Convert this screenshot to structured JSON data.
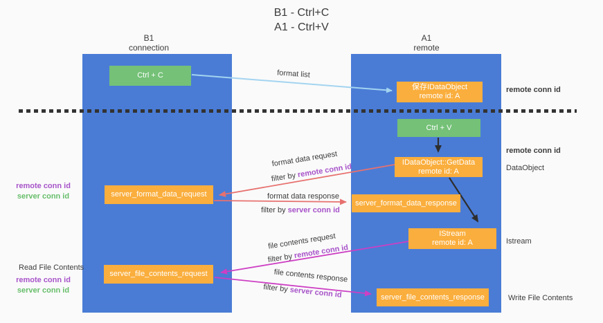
{
  "title": {
    "line1": "B1 - Ctrl+C",
    "line2": "A1 - Ctrl+V"
  },
  "columns": {
    "left": {
      "title": "B1",
      "subtitle": "connection"
    },
    "right": {
      "title": "A1",
      "subtitle": "remote"
    }
  },
  "nodes": {
    "ctrl_c": {
      "label": "Ctrl + C"
    },
    "save_idataobject": {
      "line1": "保存IDataObject",
      "line2": "remote id: A"
    },
    "ctrl_v": {
      "label": "Ctrl + V"
    },
    "getdata": {
      "line1": "IDataObject::GetData",
      "line2": "remote id: A"
    },
    "server_format_data_request": {
      "label": "server_format_data_request"
    },
    "server_format_data_response": {
      "label": "server_format_data_response"
    },
    "istream": {
      "line1": "IStream",
      "line2": "remote id: A"
    },
    "server_file_contents_request": {
      "label": "server_file_contents_request"
    },
    "server_file_contents_response": {
      "label": "server_file_contents_response"
    }
  },
  "edges": {
    "format_list": {
      "label": "format list"
    },
    "format_data_request": {
      "label": "format data request",
      "filter_prefix": "filter by ",
      "filter_key": "remote conn id"
    },
    "format_data_response": {
      "label": "format data response",
      "filter_prefix": "filter by ",
      "filter_key": "server conn id"
    },
    "file_contents_request": {
      "label": "file contents request",
      "filter_prefix": "filter by ",
      "filter_key": "remote conn id"
    },
    "file_contents_response": {
      "label": "file contents response",
      "filter_prefix": "filter by ",
      "filter_key": "server conn id"
    }
  },
  "annotations": {
    "right_remote_conn_id_top": "remote conn id",
    "right_remote_conn_id_mid": "remote conn id",
    "right_dataobject": "DataObject",
    "right_istream": "Istream",
    "right_write_file_contents": "Write File Contents",
    "left_remote_conn_id_top": "remote conn id",
    "left_server_conn_id_top": "server conn id",
    "left_read_file_contents": "Read File Contents",
    "left_remote_conn_id_bottom": "remote conn id",
    "left_server_conn_id_bottom": "server conn id"
  },
  "colors": {
    "column-blue": "#4A7CD6",
    "box-green": "#74C177",
    "box-orange": "#FAAE3D",
    "purple": "#A753C9",
    "green-text": "#67BE6B",
    "red-arrow": "#E7716F",
    "magenta-arrow": "#CD3FC4",
    "lightblue-arrow": "#A3D4F0",
    "dark-arrow": "#2E2E2E",
    "text": "#3B3B3B",
    "background": "#FAFAFA"
  }
}
